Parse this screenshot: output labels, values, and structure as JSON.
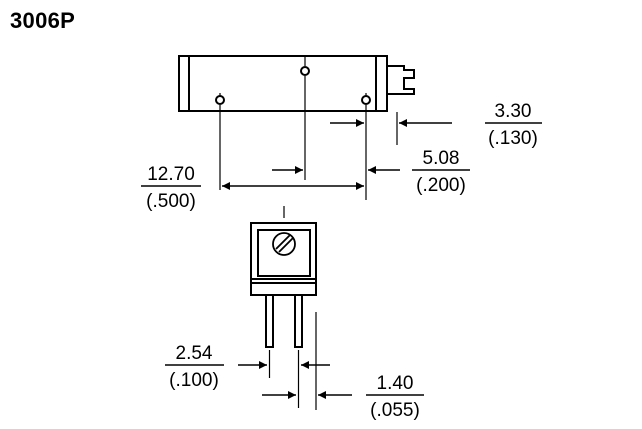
{
  "title": "3006P",
  "dimensions": {
    "top_right": {
      "mm": "3.30",
      "inch": "(.130)"
    },
    "pin_span": {
      "mm": "12.70",
      "inch": "(.500)"
    },
    "pin_offset": {
      "mm": "5.08",
      "inch": "(.200)"
    },
    "pin_pitch": {
      "mm": "2.54",
      "inch": "(.100)"
    },
    "pin_width": {
      "mm": "1.40",
      "inch": "(.055)"
    }
  }
}
